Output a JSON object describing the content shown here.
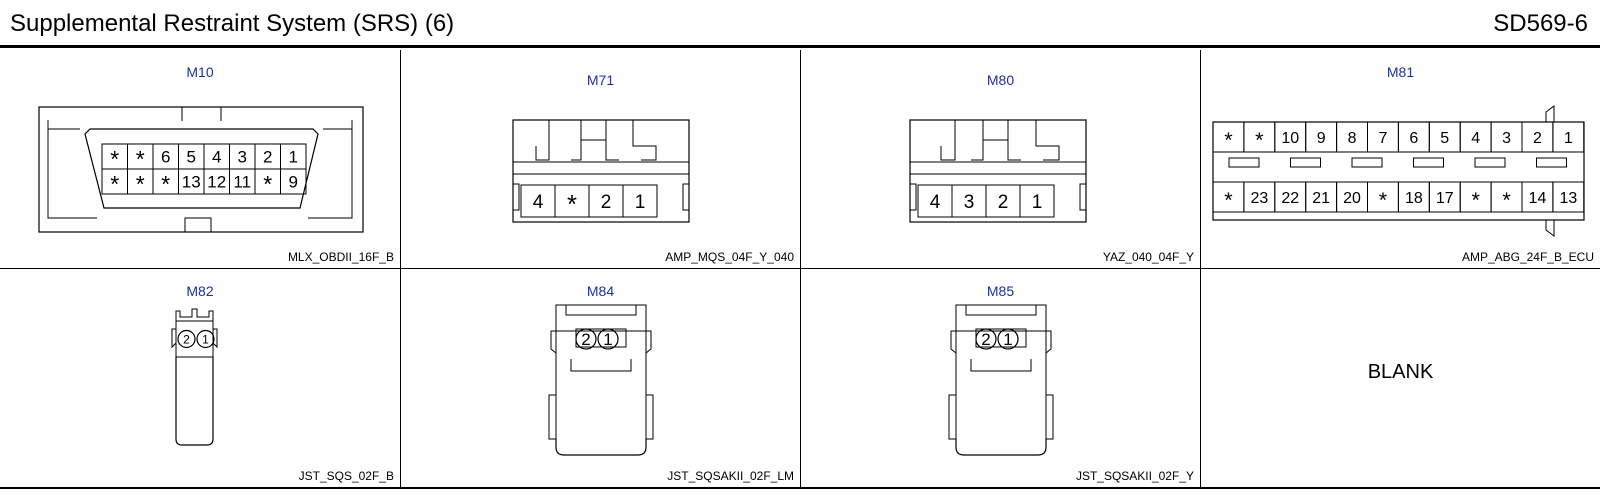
{
  "header": {
    "title": "Supplemental Restraint System (SRS) (6)",
    "code": "SD569-6"
  },
  "connectors": [
    {
      "id": "M10",
      "type": "MLX_OBDII_16F_B",
      "rows": [
        [
          "*",
          "*",
          "6",
          "5",
          "4",
          "3",
          "2",
          "1"
        ],
        [
          "*",
          "*",
          "*",
          "13",
          "12",
          "11",
          "*",
          "9"
        ]
      ]
    },
    {
      "id": "M71",
      "type": "AMP_MQS_04F_Y_040",
      "pins": [
        "4",
        "*",
        "2",
        "1"
      ]
    },
    {
      "id": "M80",
      "type": "YAZ_040_04F_Y",
      "pins": [
        "4",
        "3",
        "2",
        "1"
      ]
    },
    {
      "id": "M81",
      "type": "AMP_ABG_24F_B_ECU",
      "rows": [
        [
          "*",
          "*",
          "10",
          "9",
          "8",
          "7",
          "6",
          "5",
          "4",
          "3",
          "2",
          "1"
        ],
        [
          "*",
          "23",
          "22",
          "21",
          "20",
          "*",
          "18",
          "17",
          "*",
          "*",
          "14",
          "13"
        ]
      ]
    },
    {
      "id": "M82",
      "type": "JST_SQS_02F_B",
      "pins": [
        "2",
        "1"
      ]
    },
    {
      "id": "M84",
      "type": "JST_SQSAKII_02F_LM",
      "pins": [
        "2",
        "1"
      ]
    },
    {
      "id": "M85",
      "type": "JST_SQSAKII_02F_Y",
      "pins": [
        "2",
        "1"
      ]
    },
    {
      "label": "BLANK"
    }
  ]
}
